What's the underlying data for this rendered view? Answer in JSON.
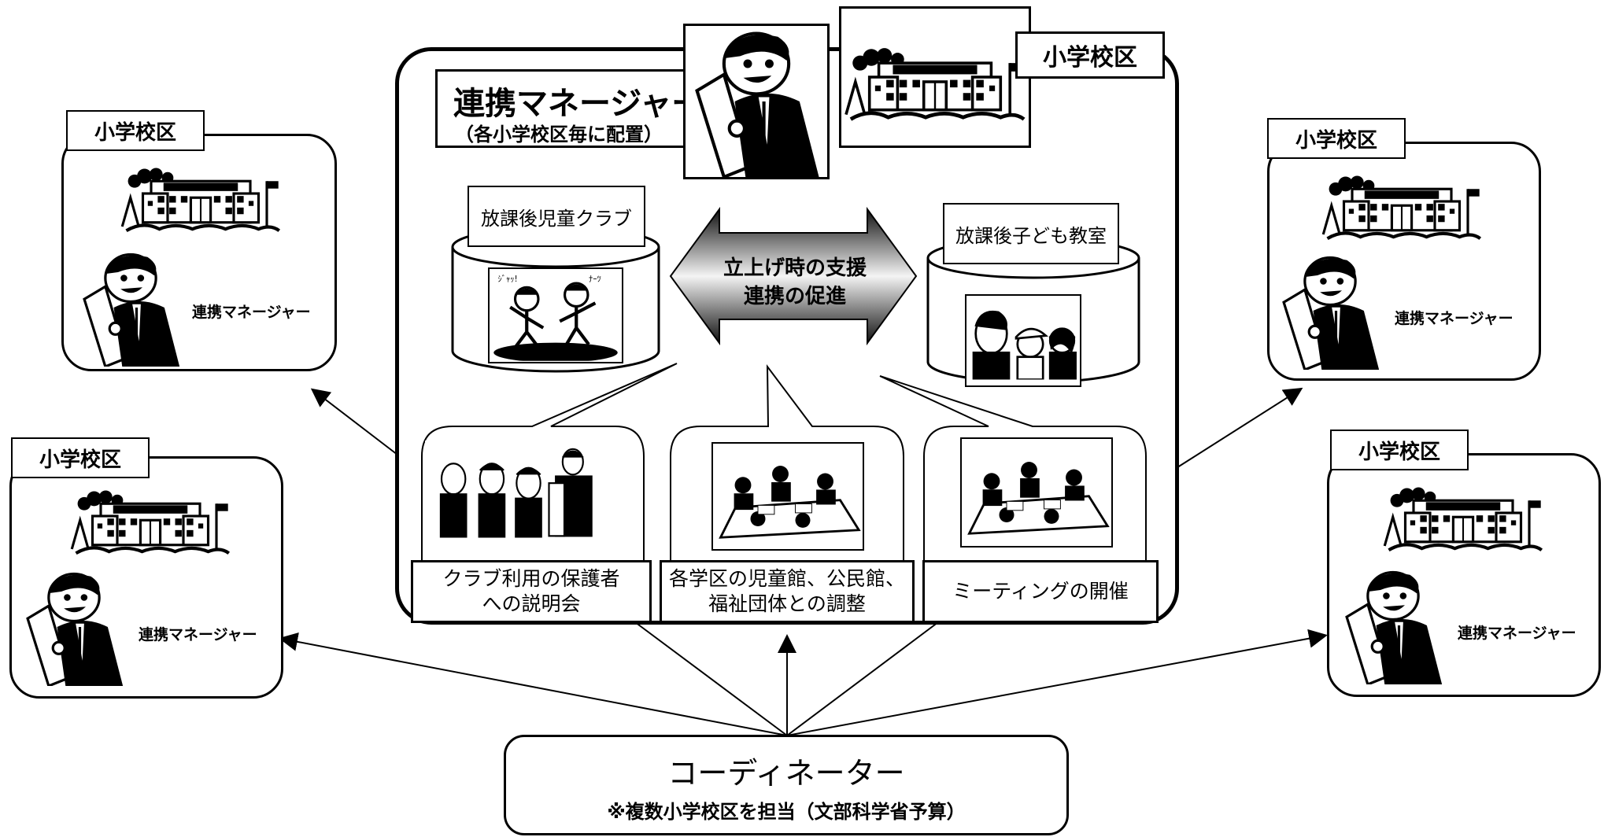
{
  "center": {
    "manager_title": "連携マネージャー",
    "manager_sub": "（各小学校区毎に配置）",
    "district_label": "小学校区"
  },
  "clubs": {
    "left": "放課後児童クラブ",
    "right": "放課後子ども教室"
  },
  "arrow_text": {
    "line1": "立上げ時の支援",
    "line2": "連携の促進"
  },
  "activities": [
    {
      "line1": "クラブ利用の保護者",
      "line2": "への説明会"
    },
    {
      "line1": "各学区の児童館、公民館、",
      "line2": "福祉団体との調整"
    },
    {
      "line1": "ミーティングの開催",
      "line2": ""
    }
  ],
  "satellites": [
    {
      "district": "小学校区",
      "manager": "連携マネージャー"
    },
    {
      "district": "小学校区",
      "manager": "連携マネージャー"
    },
    {
      "district": "小学校区",
      "manager": "連携マネージャー"
    },
    {
      "district": "小学校区",
      "manager": "連携マネージャー"
    }
  ],
  "coordinator": {
    "title": "コーディネーター",
    "sub": "※複数小学校区を担当（文部科学省予算）"
  }
}
